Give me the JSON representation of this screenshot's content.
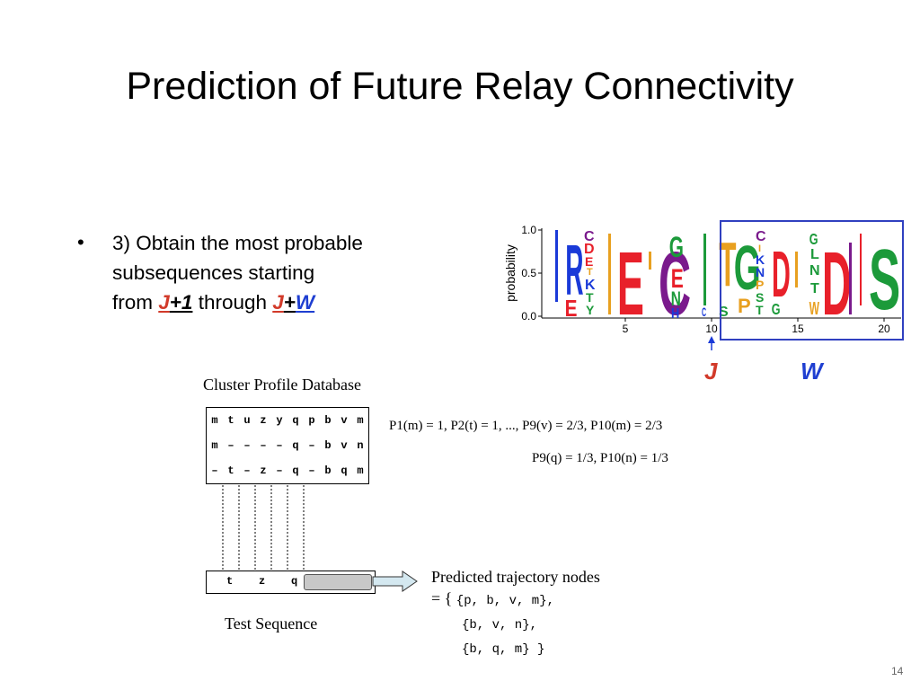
{
  "slide": {
    "title": "Prediction of Future Relay Connectivity",
    "page_number": "14"
  },
  "bullet": {
    "marker": "•",
    "line1": "3) Obtain the most probable",
    "line2": "subsequences starting",
    "from_word": "from ",
    "j1_j": "J",
    "j1_plus": "+1",
    "through_word": " through ",
    "jw_j": "J",
    "jw_plus": "+",
    "jw_w": "W"
  },
  "logo": {
    "ylabel": "probability",
    "yticks": [
      "1.0",
      "0.5",
      "0.0"
    ],
    "xticks": [
      "5",
      "10",
      "15",
      "20"
    ],
    "label_j": "J",
    "label_w": "W",
    "colors": {
      "red": "#e8202a",
      "blue": "#1a3ad8",
      "green": "#1c9a3a",
      "purple": "#7a1a8c",
      "orange": "#e8a020",
      "box": "#3040c0"
    }
  },
  "database": {
    "title": "Cluster Profile Database",
    "rows": [
      [
        "m",
        "t",
        "u",
        "z",
        "y",
        "q",
        "p",
        "b",
        "v",
        "m"
      ],
      [
        "m",
        "–",
        "–",
        "–",
        "–",
        "q",
        "–",
        "b",
        "v",
        "n"
      ],
      [
        "–",
        "t",
        "–",
        "z",
        "–",
        "q",
        "–",
        "b",
        "q",
        "m"
      ]
    ]
  },
  "test_sequence": {
    "title": "Test Sequence",
    "cells": [
      "t",
      "z",
      "q"
    ]
  },
  "equations": {
    "line1": "P1(m) = 1, P2(t) = 1, ..., P9(v) = 2/3, P10(m) = 2/3",
    "line2": "P9(q) = 1/3, P10(n) = 1/3"
  },
  "prediction": {
    "title": "Predicted trajectory nodes",
    "prefix": "= {",
    "set1": "{p, b, v, m},",
    "set2": "{b, v, n},",
    "set3": "{b, q, m} }"
  }
}
